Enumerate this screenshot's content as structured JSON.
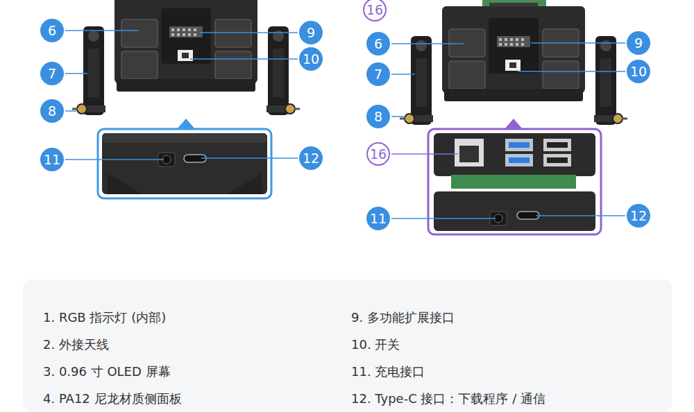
{
  "diagram": {
    "nodes": [
      {
        "text": [
          "6"
        ]
      },
      {
        "text": [
          "9"
        ]
      },
      {
        "text": [
          "7"
        ]
      },
      {
        "text": [
          "10"
        ]
      },
      {
        "text": [
          "8"
        ]
      },
      {
        "text": [
          "11"
        ]
      },
      {
        "text": [
          "12"
        ]
      },
      {
        "text": [
          "16"
        ]
      },
      {
        "text": [
          "6"
        ]
      },
      {
        "text": [
          "9"
        ]
      },
      {
        "text": [
          "7"
        ]
      },
      {
        "text": [
          "10"
        ]
      },
      {
        "text": [
          "8"
        ]
      },
      {
        "text": [
          "16"
        ]
      },
      {
        "text": [
          "11"
        ]
      },
      {
        "text": [
          "12"
        ]
      },
      {
        "text": [
          "1. RGB 指示灯 (内部)",
          "2. 外接天线",
          "3. 0.96 寸 OLED 屏幕",
          "4. PA12 尼龙材质侧面板",
          "9. 多功能扩展接口",
          "10. 开关",
          "11. 充电接口",
          "12. Type-C 接口：下载程序 / 通信"
        ]
      }
    ]
  }
}
